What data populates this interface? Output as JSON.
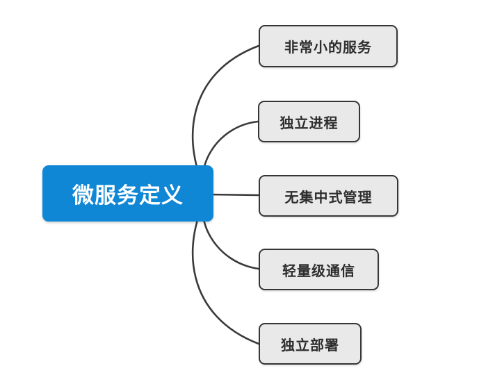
{
  "diagram": {
    "type": "mindmap",
    "colors": {
      "background": "#ffffff",
      "root_fill": "#0f87d5",
      "root_text": "#ffffff",
      "branch_fill": "#e9e9e9",
      "branch_border": "#363636",
      "branch_text": "#2d2d2d",
      "connector_line": "#3a3a3a"
    },
    "root": {
      "label": "微服务定义"
    },
    "branches": [
      {
        "label": "非常小的服务"
      },
      {
        "label": "独立进程"
      },
      {
        "label": "无集中式管理"
      },
      {
        "label": "轻量级通信"
      },
      {
        "label": "独立部署"
      }
    ]
  }
}
